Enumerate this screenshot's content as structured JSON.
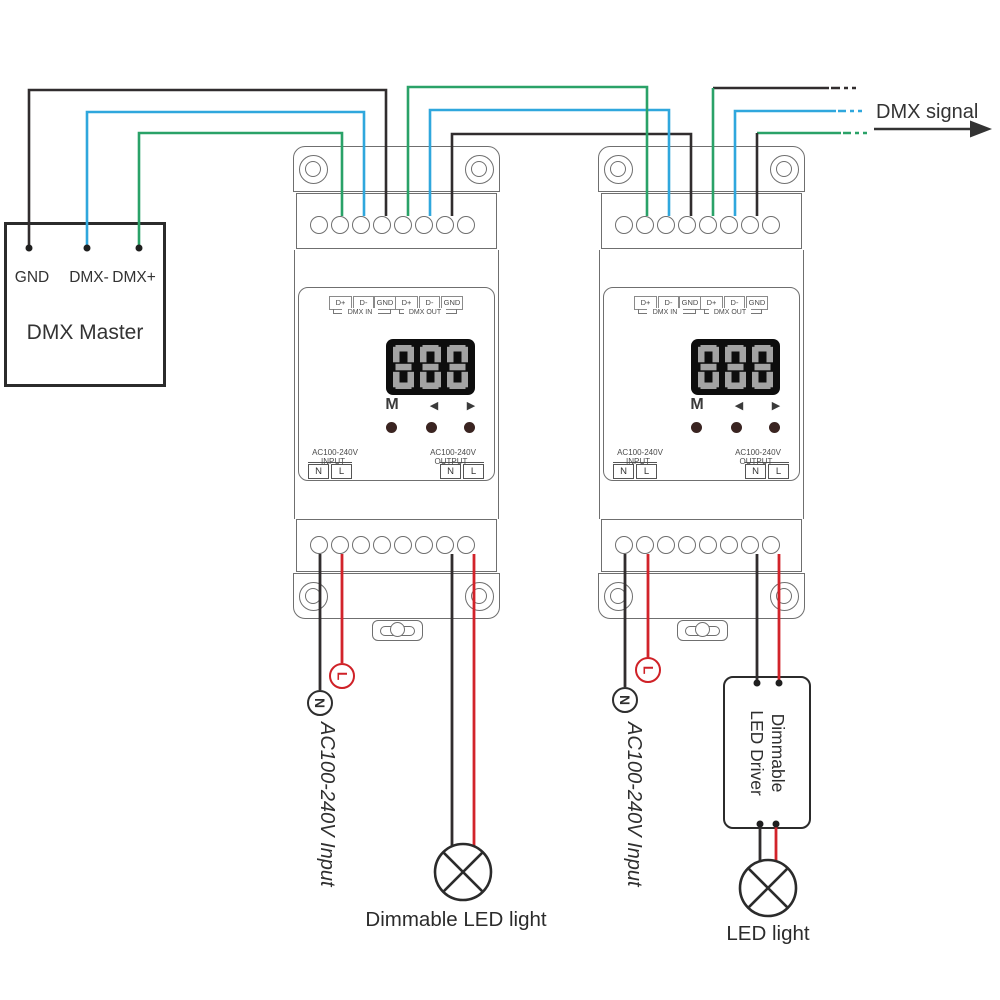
{
  "master": {
    "title": "DMX Master",
    "terminals": [
      "GND",
      "DMX-",
      "DMX+"
    ]
  },
  "dmx_signal": {
    "label": "DMX signal"
  },
  "devices": [
    {
      "terminal_labels": [
        "D+",
        "D-",
        "GND",
        "D+",
        "D-",
        "GND"
      ],
      "dmx_in": "DMX IN",
      "dmx_out": "DMX OUT",
      "display_value": "888",
      "buttons": {
        "mode": "M",
        "prev": "◀",
        "next": "▶"
      },
      "ac_input": {
        "voltage": "AC100-240V",
        "label": "INPUT",
        "terminals": [
          "N",
          "L"
        ]
      },
      "ac_output": {
        "voltage": "AC100-240V",
        "label": "OUTPUT",
        "terminals": [
          "N",
          "L"
        ]
      },
      "input_neutral": "N",
      "input_live": "L",
      "input_note": "AC100-240V Input"
    },
    {
      "terminal_labels": [
        "D+",
        "D-",
        "GND",
        "D+",
        "D-",
        "GND"
      ],
      "dmx_in": "DMX IN",
      "dmx_out": "DMX OUT",
      "display_value": "888",
      "buttons": {
        "mode": "M",
        "prev": "◀",
        "next": "▶"
      },
      "ac_input": {
        "voltage": "AC100-240V",
        "label": "INPUT",
        "terminals": [
          "N",
          "L"
        ]
      },
      "ac_output": {
        "voltage": "AC100-240V",
        "label": "OUTPUT",
        "terminals": [
          "N",
          "L"
        ]
      },
      "input_neutral": "N",
      "input_live": "L",
      "input_note": "AC100-240V Input"
    }
  ],
  "loads": {
    "lamp1_label": "Dimmable LED light",
    "driver": {
      "line1": "Dimmable",
      "line2": "LED Driver"
    },
    "lamp2_label": "LED light"
  },
  "colors": {
    "wire_black": "#312d2e",
    "wire_blue": "#2fa7dd",
    "wire_green": "#2aa268",
    "wire_red": "#d2232a",
    "device_outline": "#6f6f6f",
    "display_bg": "#0d0d0d",
    "display_segment": "#a3a3a3",
    "button_dot": "#3a2421"
  }
}
